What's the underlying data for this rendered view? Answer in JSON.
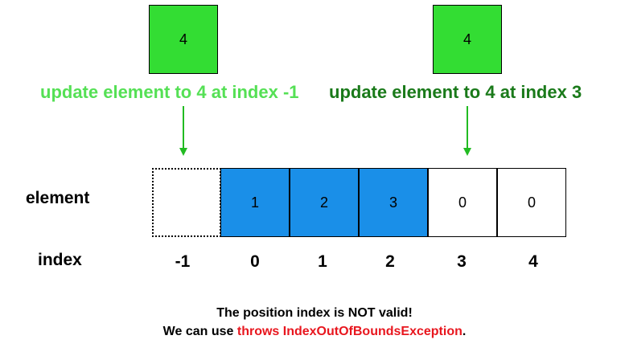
{
  "new_value_boxes": [
    {
      "value": "4"
    },
    {
      "value": "4"
    }
  ],
  "captions": {
    "invalid": "update element to 4 at index -1",
    "valid": "update element to 4 at index 3"
  },
  "row_labels": {
    "element": "element",
    "index": "index"
  },
  "ghost_index": "-1",
  "cells": [
    {
      "value": "1",
      "index": "0",
      "filled": true
    },
    {
      "value": "2",
      "index": "1",
      "filled": true
    },
    {
      "value": "3",
      "index": "2",
      "filled": true
    },
    {
      "value": "0",
      "index": "3",
      "filled": false
    },
    {
      "value": "0",
      "index": "4",
      "filled": false
    }
  ],
  "message": {
    "line1": "The position index is NOT valid!",
    "line2_prefix": "We can use ",
    "line2_highlight": "throws IndexOutOfBoundsException",
    "line2_suffix": "."
  },
  "colors": {
    "new_box": "#33dd33",
    "filled_cell": "#1a8fe8",
    "arrow": "#22bb22",
    "caption_invalid": "#55e055",
    "caption_valid": "#1a7a1a",
    "exception_text": "#e8161e"
  }
}
